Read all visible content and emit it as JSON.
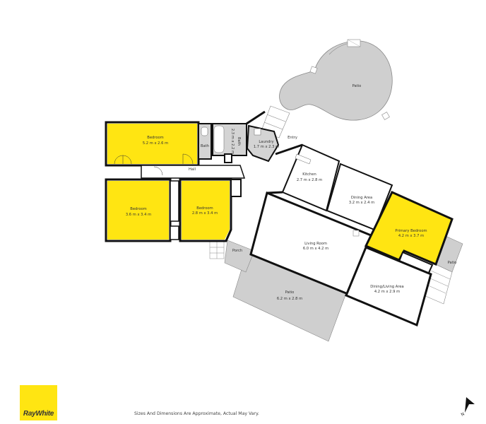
{
  "colors": {
    "bedroom_fill": "#ffe512",
    "wet_area_fill": "#d4d4d4",
    "outdoor_fill": "#cfcfcf",
    "wall": "#111111",
    "brand_yellow": "#ffe512"
  },
  "rooms": {
    "bedroom1": {
      "name": "Bedroom",
      "dims": "5.2 m x 2.6 m"
    },
    "bath1": {
      "name": "Bath"
    },
    "bath2": {
      "name": "Bath",
      "dims": "2.3 m x 2.2 m"
    },
    "laundry": {
      "name": "Laundry",
      "dims": "1.7 m x 2.3 m"
    },
    "entry": {
      "name": "Entry"
    },
    "hall": {
      "name": "Hall"
    },
    "kitchen": {
      "name": "Kitchen",
      "dims": "2.7 m x 2.8 m"
    },
    "dining": {
      "name": "Dining Area",
      "dims": "3.2 m x 2.4 m"
    },
    "bedroom2": {
      "name": "Bedroom",
      "dims": "3.6 m x 3.4 m"
    },
    "bedroom3": {
      "name": "Bedroom",
      "dims": "2.8 m x 3.4 m"
    },
    "primary_bedroom": {
      "name": "Primary Bedroom",
      "dims": "4.2 m x 3.7 m"
    },
    "living": {
      "name": "Living Room",
      "dims": "6.0 m x 4.2 m"
    },
    "porch": {
      "name": "Porch"
    },
    "patio_front": {
      "name": "Patio",
      "dims": "6.2 m x 2.8 m"
    },
    "dining_living": {
      "name": "Dining/Living Area",
      "dims": "4.2 m x 2.9 m"
    },
    "patio_side": {
      "name": "Patio"
    },
    "patio_round": {
      "name": "Patio"
    }
  },
  "footer": {
    "brand": "RayWhite",
    "disclaimer": "Sizes And Dimensions Are Approximate, Actual May Vary.",
    "north_label": "N"
  }
}
